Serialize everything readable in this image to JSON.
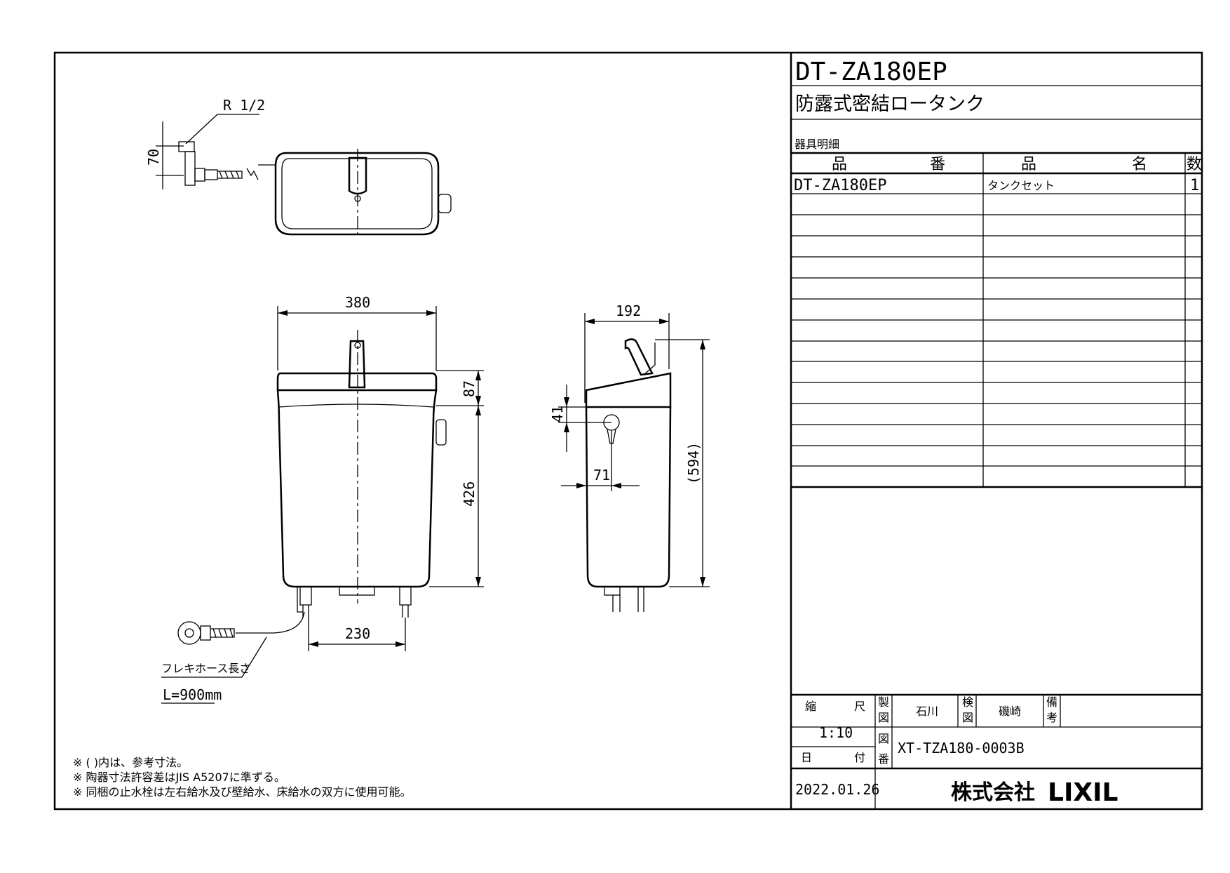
{
  "title_block": {
    "model": "DT-ZA180EP",
    "product_name": "防露式密結ロータンク",
    "parts_caption": "器具明細",
    "header": {
      "part_no_1": "品",
      "part_no_2": "番",
      "part_name_1": "品",
      "part_name_2": "名",
      "qty": "数"
    },
    "rows": [
      {
        "part_no": "DT-ZA180EP",
        "part_name": "タンクセット",
        "qty": "1"
      }
    ],
    "scale_label_1": "縮",
    "scale_label_2": "尺",
    "scale_value": "1:10",
    "date_label_1": "日",
    "date_label_2": "付",
    "date_value": "2022.01.26",
    "drawn_label_1": "製",
    "drawn_label_2": "図",
    "drawn_by": "石川",
    "checked_label_1": "検",
    "checked_label_2": "図",
    "checked_by": "磯崎",
    "remarks_label_1": "備",
    "remarks_label_2": "考",
    "drawing_no_label_1": "図",
    "drawing_no_label_2": "番",
    "drawing_no": "XT-TZA180-0003B",
    "company_prefix": "株式会社",
    "company_logo": "LIXIL"
  },
  "dimensions": {
    "width_front": "380",
    "width_side": "192",
    "lid_height": "87",
    "body_height": "426",
    "total_height": "(594)",
    "lever_height": "41",
    "lever_offset": "71",
    "bolt_spacing": "230",
    "pipe_height": "70",
    "thread": "R 1/2"
  },
  "hose": {
    "label": "フレキホース長さ",
    "length": "L=900mm"
  },
  "notes": [
    "※ ( )内は、参考寸法。",
    "※ 陶器寸法許容差はJIS A5207に準ずる。",
    "※ 同梱の止水栓は左右給水及び壁給水、床給水の双方に使用可能。"
  ]
}
